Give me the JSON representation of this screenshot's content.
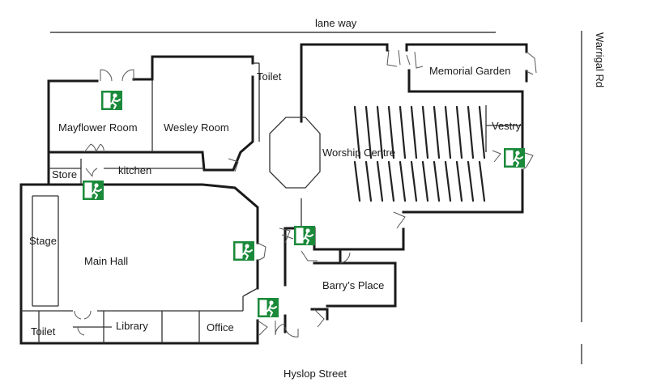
{
  "streets": {
    "north": "lane way",
    "east": "Warrigal Rd",
    "south": "Hyslop Street"
  },
  "rooms": {
    "mayflower": "Mayflower Room",
    "wesley": "Wesley Room",
    "toilet_top": "Toilet",
    "memorial_garden": "Memorial Garden",
    "vestry": "Vestry",
    "worship_centre": "Worship Centre",
    "store": "Store",
    "kitchen": "kitchen",
    "stage": "Stage",
    "main_hall": "Main Hall",
    "barrys_place": "Barry’s Place",
    "toilet_bottom": "Toilet",
    "library": "Library",
    "office": "Office"
  },
  "colors": {
    "wall": "#1a1a1a",
    "exit_sign": "#1a8a3a"
  },
  "icons": {
    "exit_sign": "emergency-exit-icon"
  }
}
